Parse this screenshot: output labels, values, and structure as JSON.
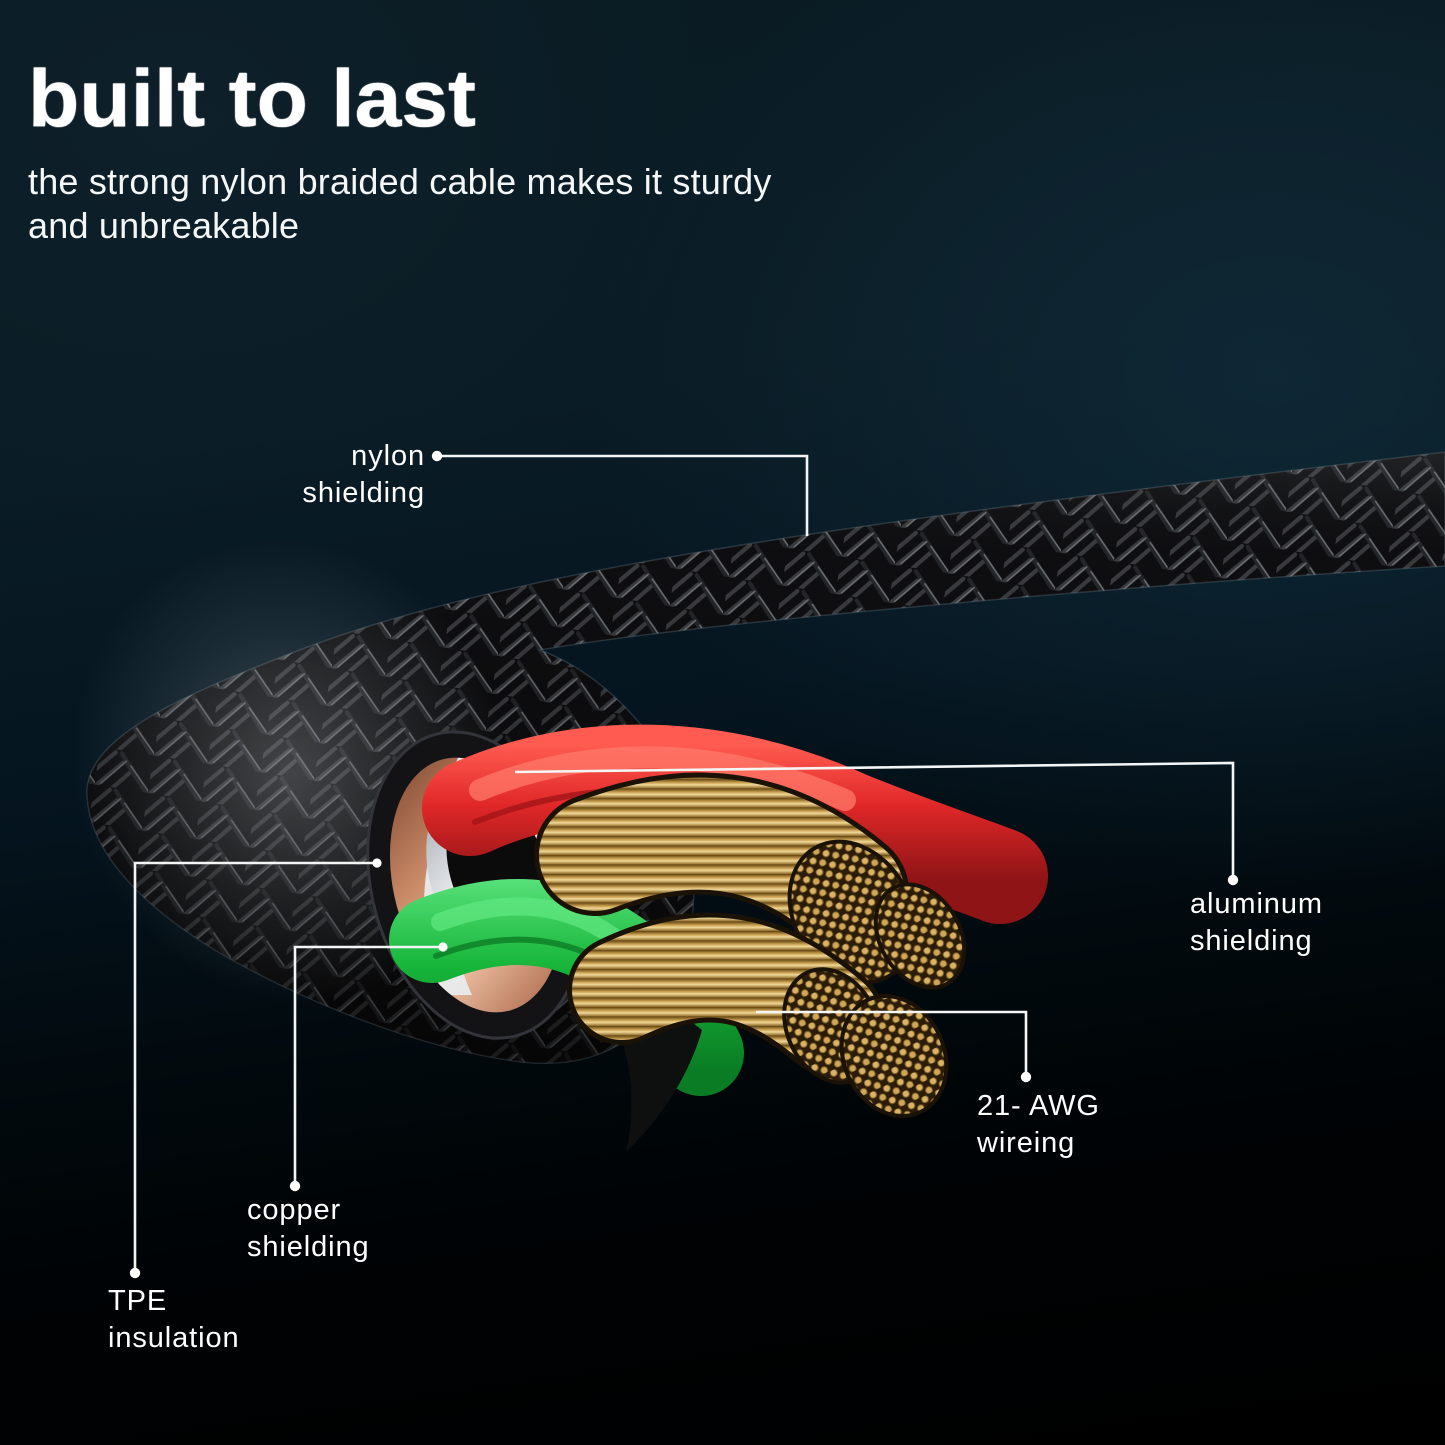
{
  "header": {
    "title": "built to last",
    "subtitle": "the strong nylon braided cable makes it sturdy\nand unbreakable"
  },
  "callouts": {
    "nylon": {
      "label": "nylon\nshielding"
    },
    "aluminum": {
      "label": "aluminum\nshielding"
    },
    "awg": {
      "label": "21- AWG\nwireing"
    },
    "copper": {
      "label": "copper\nshielding"
    },
    "tpe": {
      "label": "TPE\ninsulation"
    }
  },
  "palette": {
    "background_top": "#0a1c25",
    "background_bottom": "#000000",
    "text": "#ffffff",
    "leader_line": "#f4f6f6",
    "braid_dark": "#0e0e10",
    "braid_highlight": "#6d7074",
    "copper": "#d89675",
    "aluminum": "#eef0f2",
    "wire_red": "#e02728",
    "wire_green": "#17b63a",
    "wire_gold": "#d9b266"
  }
}
